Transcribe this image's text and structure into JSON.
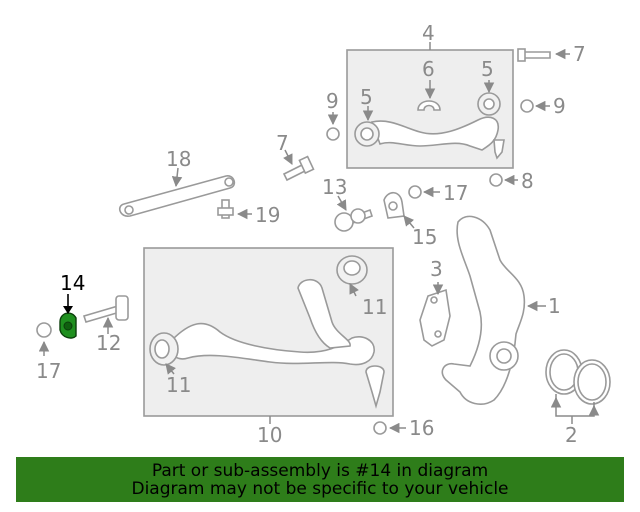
{
  "callouts": {
    "c1": "1",
    "c2": "2",
    "c3": "3",
    "c4": "4",
    "c5a": "5",
    "c5b": "5",
    "c6": "6",
    "c7a": "7",
    "c7b": "7",
    "c8": "8",
    "c9a": "9",
    "c9b": "9",
    "c10": "10",
    "c11a": "11",
    "c11b": "11",
    "c12": "12",
    "c13": "13",
    "c14": "14",
    "c15": "15",
    "c16": "16",
    "c17a": "17",
    "c17b": "17",
    "c18": "18",
    "c19": "19"
  },
  "highlighted_part": "14",
  "colors": {
    "banner": "#2e7d1a",
    "highlight_part": "#1f8f1f",
    "lines": "#9a9a9a"
  },
  "banner": {
    "line1": "Part or sub-assembly is #14 in diagram",
    "line2": "Diagram may not be specific to your vehicle"
  }
}
